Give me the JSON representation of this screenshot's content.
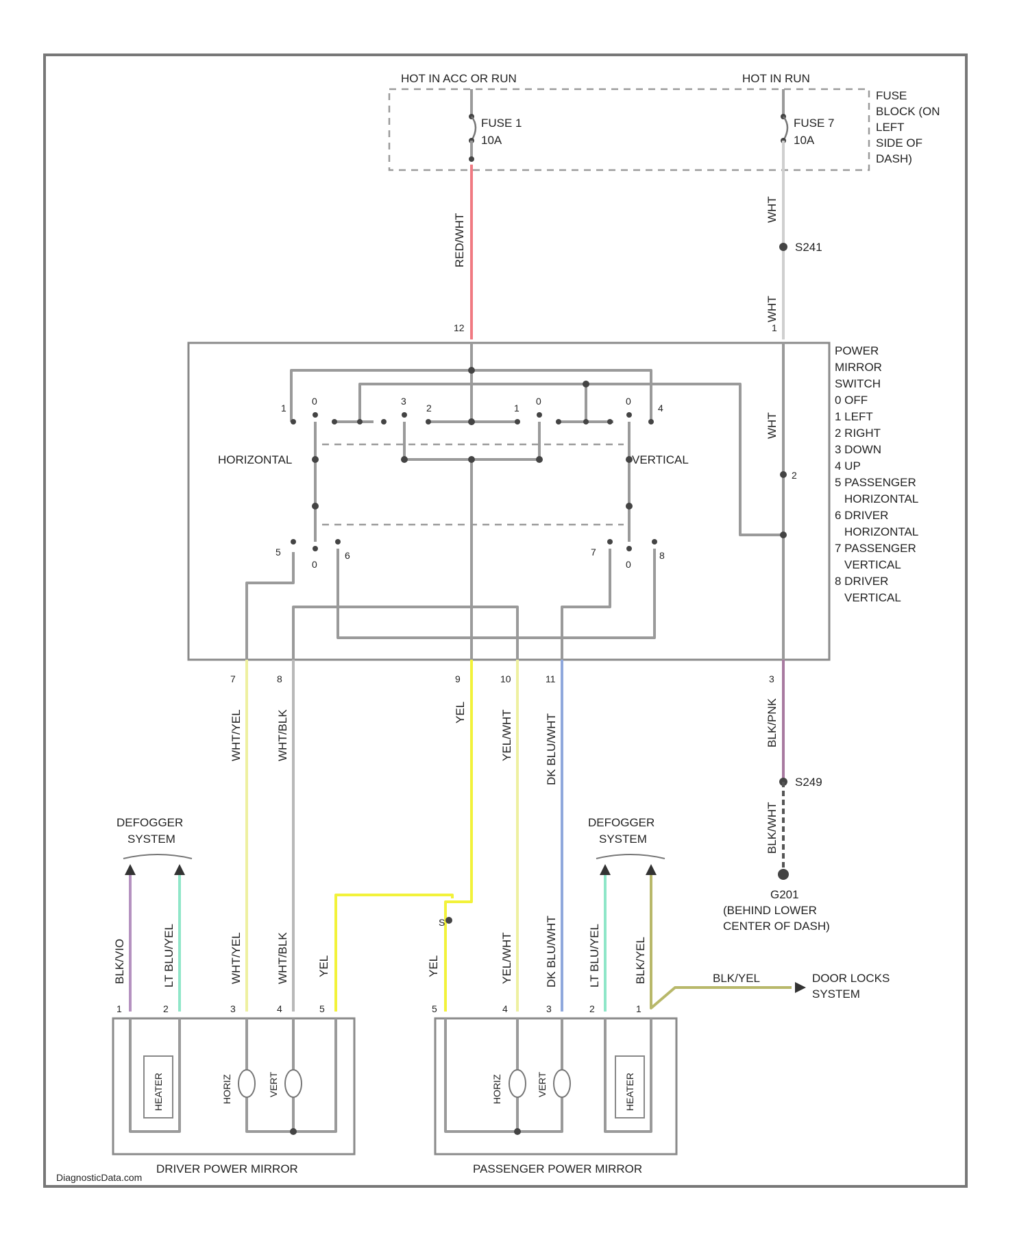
{
  "top": {
    "hot_left": "HOT IN ACC OR RUN",
    "hot_right": "HOT IN RUN",
    "fuse_block": [
      "FUSE",
      "BLOCK (ON",
      "LEFT",
      "SIDE OF",
      "DASH)"
    ],
    "fuse1": {
      "name": "FUSE 1",
      "rating": "10A"
    },
    "fuse7": {
      "name": "FUSE 7",
      "rating": "10A"
    }
  },
  "switch": {
    "title": [
      "POWER",
      "MIRROR",
      "SWITCH"
    ],
    "legend": [
      "0 OFF",
      "1 LEFT",
      "2 RIGHT",
      "3 DOWN",
      "4 UP",
      "5 PASSENGER",
      "HORIZONTAL",
      "6 DRIVER",
      "HORIZONTAL",
      "7 PASSENGER",
      "VERTICAL",
      "8 DRIVER",
      "VERTICAL"
    ],
    "horizontal": "HORIZONTAL",
    "vertical": "VERTICAL",
    "pos": {
      "p1": "1",
      "p0a": "0",
      "p3": "3",
      "p2": "2",
      "p1b": "1",
      "p0b": "0",
      "p0c": "0",
      "p4": "4",
      "p5": "5",
      "p0d": "0",
      "p6": "6",
      "p7": "7",
      "p0e": "0",
      "p8": "8"
    },
    "pin_top_left": "12",
    "pin_top_right": "1",
    "pin_right_mid": "2"
  },
  "wires": {
    "red_wht": "RED/WHT",
    "wht_a": "WHT",
    "wht_b": "WHT",
    "wht_c": "WHT",
    "splice_top": "S241",
    "splice_bottom": "S249",
    "blk_pnk": "BLK/PNK",
    "blk_wht": "BLK/WHT",
    "ground_code": "G201",
    "ground_desc": [
      "(BEHIND LOWER",
      "CENTER OF DASH)"
    ],
    "wht_yel": "WHT/YEL",
    "wht_blk": "WHT/BLK",
    "yel": "YEL",
    "yel_wht": "YEL/WHT",
    "dk_blu_wht": "DK BLU/WHT",
    "blk_vio": "BLK/VIO",
    "lt_blu_yel": "LT BLU/YEL",
    "blk_yel": "BLK/YEL",
    "splice_mid": "S",
    "switch_out_pins": [
      "7",
      "8",
      "9",
      "10",
      "11",
      "3"
    ]
  },
  "defogger": {
    "left": [
      "DEFOGGER",
      "SYSTEM"
    ],
    "right": [
      "DEFOGGER",
      "SYSTEM"
    ]
  },
  "door_locks": [
    "DOOR LOCKS",
    "SYSTEM"
  ],
  "mirrors": {
    "driver": "DRIVER POWER MIRROR",
    "passenger": "PASSENGER POWER MIRROR",
    "heater": "HEATER",
    "horiz": "HORIZ",
    "vert": "VERT",
    "driver_pins": [
      "1",
      "2",
      "3",
      "4",
      "5"
    ],
    "passenger_pins": [
      "5",
      "4",
      "3",
      "2",
      "1"
    ]
  },
  "watermark": "DiagnosticData.com"
}
